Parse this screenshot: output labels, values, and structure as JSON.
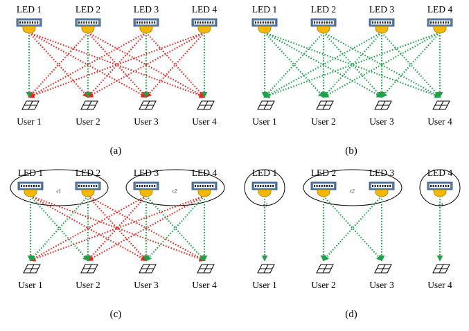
{
  "led_labels": [
    "LED 1",
    "LED 2",
    "LED 3",
    "LED 4"
  ],
  "user_labels": [
    "User 1",
    "User 2",
    "User 3",
    "User 4"
  ],
  "cluster_labels": [
    "c1",
    "c2",
    "c3"
  ],
  "colors": {
    "interference": "#e8251f",
    "signal": "#1ea34a",
    "led_body": "#f5b800",
    "led_panel": "#5b7fa6",
    "outline": "#000000"
  },
  "panels": [
    {
      "caption": "(a)",
      "links": [
        {
          "led": 1,
          "user": 1,
          "type": "signal"
        },
        {
          "led": 1,
          "user": 2,
          "type": "interference"
        },
        {
          "led": 1,
          "user": 3,
          "type": "interference"
        },
        {
          "led": 1,
          "user": 4,
          "type": "interference"
        },
        {
          "led": 2,
          "user": 1,
          "type": "interference"
        },
        {
          "led": 2,
          "user": 2,
          "type": "signal"
        },
        {
          "led": 2,
          "user": 3,
          "type": "interference"
        },
        {
          "led": 2,
          "user": 4,
          "type": "interference"
        },
        {
          "led": 3,
          "user": 1,
          "type": "interference"
        },
        {
          "led": 3,
          "user": 2,
          "type": "interference"
        },
        {
          "led": 3,
          "user": 3,
          "type": "signal"
        },
        {
          "led": 3,
          "user": 4,
          "type": "interference"
        },
        {
          "led": 4,
          "user": 1,
          "type": "interference"
        },
        {
          "led": 4,
          "user": 2,
          "type": "interference"
        },
        {
          "led": 4,
          "user": 3,
          "type": "interference"
        },
        {
          "led": 4,
          "user": 4,
          "type": "signal"
        }
      ],
      "clusters": []
    },
    {
      "caption": "(b)",
      "links": [
        {
          "led": 1,
          "user": 1,
          "type": "signal"
        },
        {
          "led": 1,
          "user": 2,
          "type": "signal"
        },
        {
          "led": 1,
          "user": 3,
          "type": "signal"
        },
        {
          "led": 1,
          "user": 4,
          "type": "signal"
        },
        {
          "led": 2,
          "user": 1,
          "type": "signal"
        },
        {
          "led": 2,
          "user": 2,
          "type": "signal"
        },
        {
          "led": 2,
          "user": 3,
          "type": "signal"
        },
        {
          "led": 2,
          "user": 4,
          "type": "signal"
        },
        {
          "led": 3,
          "user": 1,
          "type": "signal"
        },
        {
          "led": 3,
          "user": 2,
          "type": "signal"
        },
        {
          "led": 3,
          "user": 3,
          "type": "signal"
        },
        {
          "led": 3,
          "user": 4,
          "type": "signal"
        },
        {
          "led": 4,
          "user": 1,
          "type": "signal"
        },
        {
          "led": 4,
          "user": 2,
          "type": "signal"
        },
        {
          "led": 4,
          "user": 3,
          "type": "signal"
        },
        {
          "led": 4,
          "user": 4,
          "type": "signal"
        }
      ],
      "clusters": []
    },
    {
      "caption": "(c)",
      "links": [
        {
          "led": 1,
          "user": 1,
          "type": "signal"
        },
        {
          "led": 1,
          "user": 2,
          "type": "signal"
        },
        {
          "led": 2,
          "user": 1,
          "type": "signal"
        },
        {
          "led": 2,
          "user": 2,
          "type": "signal"
        },
        {
          "led": 3,
          "user": 3,
          "type": "signal"
        },
        {
          "led": 3,
          "user": 4,
          "type": "signal"
        },
        {
          "led": 4,
          "user": 3,
          "type": "signal"
        },
        {
          "led": 4,
          "user": 4,
          "type": "signal"
        },
        {
          "led": 1,
          "user": 3,
          "type": "interference"
        },
        {
          "led": 1,
          "user": 4,
          "type": "interference"
        },
        {
          "led": 2,
          "user": 3,
          "type": "interference"
        },
        {
          "led": 2,
          "user": 4,
          "type": "interference"
        },
        {
          "led": 3,
          "user": 1,
          "type": "interference"
        },
        {
          "led": 3,
          "user": 2,
          "type": "interference"
        },
        {
          "led": 4,
          "user": 1,
          "type": "interference"
        },
        {
          "led": 4,
          "user": 2,
          "type": "interference"
        }
      ],
      "clusters": [
        {
          "leds": [
            1,
            2
          ],
          "label": "c1"
        },
        {
          "leds": [
            3,
            4
          ],
          "label": "c2"
        }
      ]
    },
    {
      "caption": "(d)",
      "links": [
        {
          "led": 1,
          "user": 1,
          "type": "signal"
        },
        {
          "led": 2,
          "user": 2,
          "type": "signal"
        },
        {
          "led": 2,
          "user": 3,
          "type": "signal"
        },
        {
          "led": 3,
          "user": 2,
          "type": "signal"
        },
        {
          "led": 3,
          "user": 3,
          "type": "signal"
        },
        {
          "led": 4,
          "user": 4,
          "type": "signal"
        }
      ],
      "clusters": [
        {
          "leds": [
            1
          ],
          "label": "c1"
        },
        {
          "leds": [
            2,
            3
          ],
          "label": "c2"
        },
        {
          "leds": [
            4
          ],
          "label": "c3"
        }
      ]
    }
  ]
}
